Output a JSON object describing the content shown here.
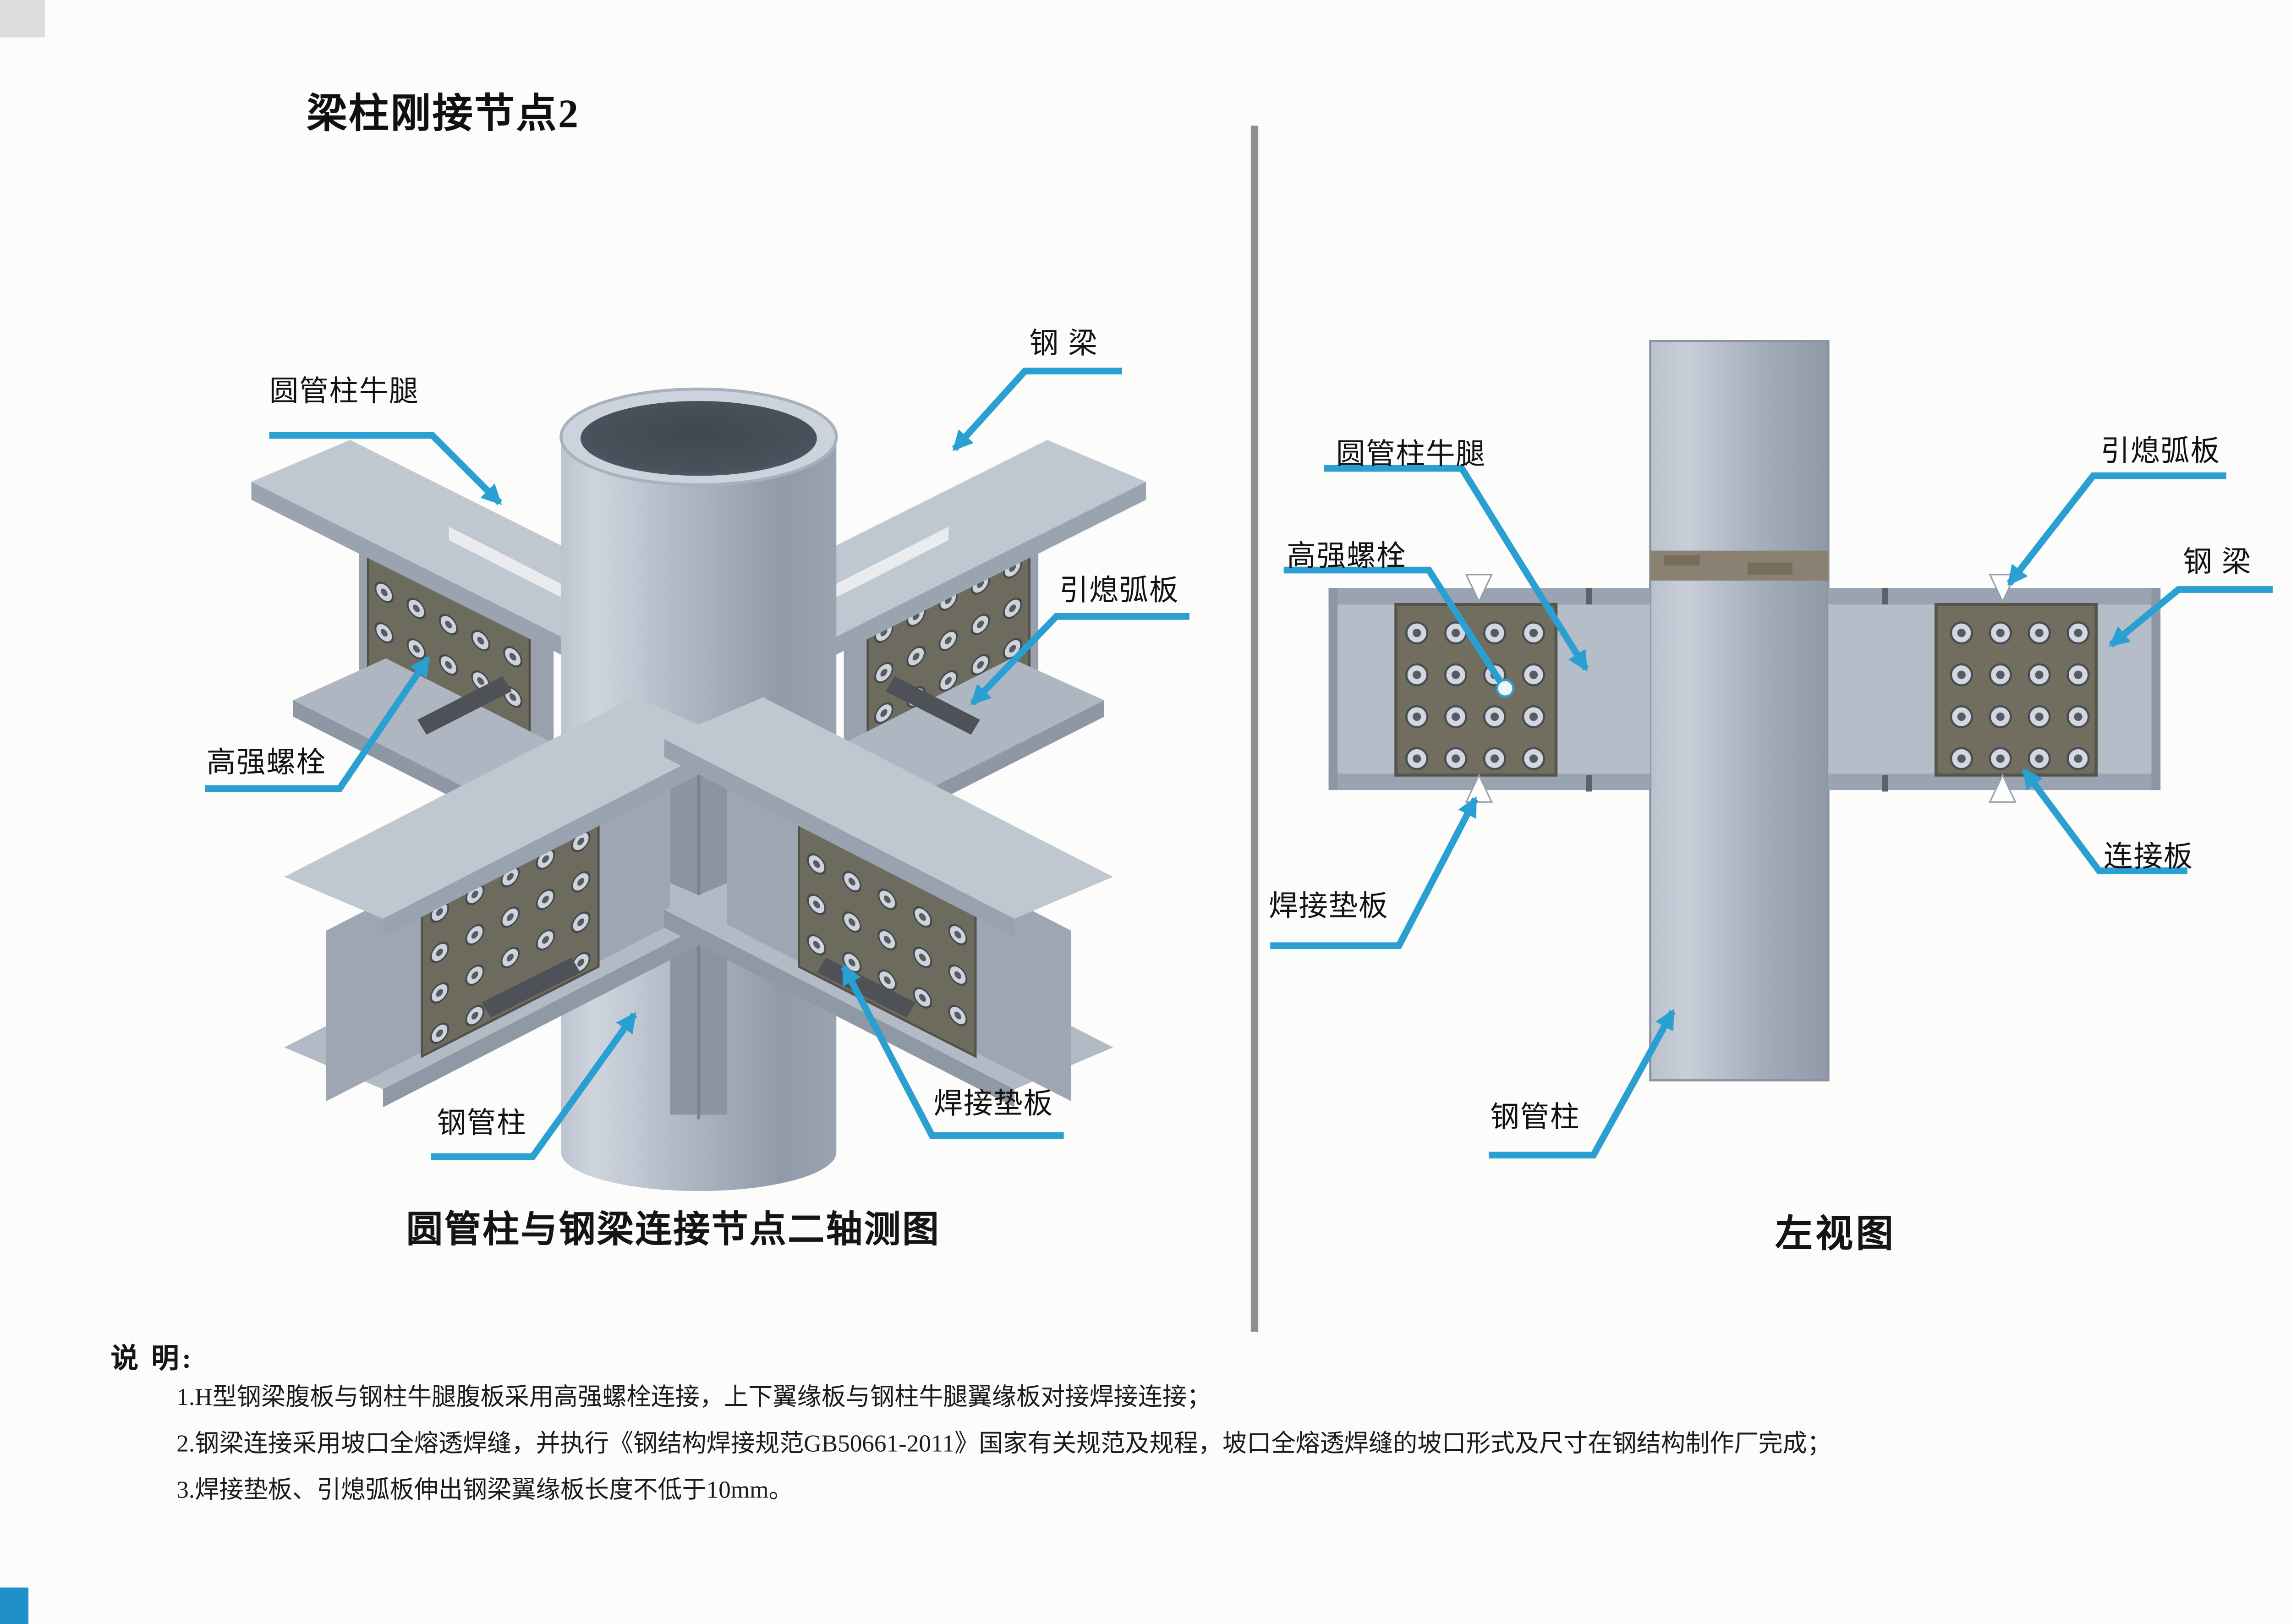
{
  "title": "梁柱刚接节点2",
  "left_view": {
    "caption": "圆管柱与钢梁连接节点二轴测图",
    "labels": {
      "corbel": "圆管柱牛腿",
      "steel_beam": "钢 梁",
      "run_off_tab": "引熄弧板",
      "high_strength_bolt": "高强螺栓",
      "steel_pipe_column": "钢管柱",
      "weld_backing_plate": "焊接垫板"
    }
  },
  "right_view": {
    "caption": "左视图",
    "labels": {
      "corbel": "圆管柱牛腿",
      "high_strength_bolt": "高强螺栓",
      "weld_backing_plate": "焊接垫板",
      "steel_pipe_column": "钢管柱",
      "run_off_tab": "引熄弧板",
      "steel_beam": "钢 梁",
      "connection_plate": "连接板"
    }
  },
  "notes": {
    "heading": "说 明:",
    "items": [
      "1.H型钢梁腹板与钢柱牛腿腹板采用高强螺栓连接，上下翼缘板与钢柱牛腿翼缘板对接焊接连接；",
      "2.钢梁连接采用坡口全熔透焊缝，并执行《钢结构焊接规范GB50661-2011》国家有关规范及规程，坡口全熔透焊缝的坡口形式及尺寸在钢结构制作厂完成；",
      "3.焊接垫板、引熄弧板伸出钢梁翼缘板长度不低于10mm。"
    ]
  },
  "colors": {
    "leader_blue": "#2aa0d2",
    "steel_light": "#bfc7d1",
    "steel_mid": "#9aa3b1",
    "bolt_plate_dark": "#6d6b5e",
    "corbel_band": "#8a8172",
    "divider_gray": "#8f8f8f"
  }
}
